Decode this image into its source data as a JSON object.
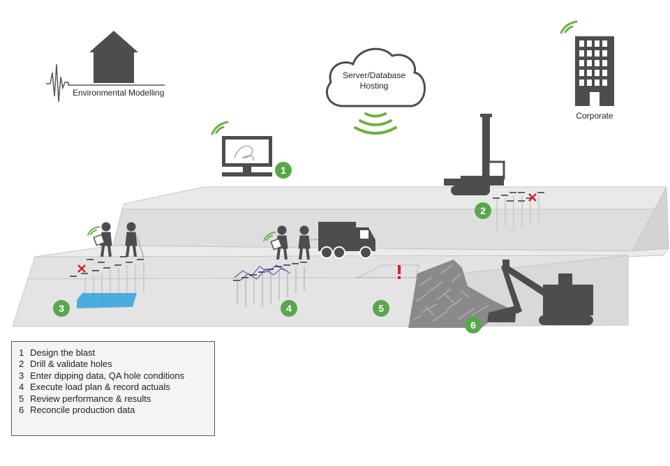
{
  "labels": {
    "environmental": "Environmental Modelling",
    "server_line1": "Server/Database",
    "server_line2": "Hosting",
    "corporate": "Corporate"
  },
  "badges": [
    "1",
    "2",
    "3",
    "4",
    "5",
    "6"
  ],
  "legend": [
    {
      "num": "1",
      "text": "Design the blast"
    },
    {
      "num": "2",
      "text": "Drill & validate holes"
    },
    {
      "num": "3",
      "text": "Enter dipping data, QA hole conditions"
    },
    {
      "num": "4",
      "text": "Execute load plan & record actuals"
    },
    {
      "num": "5",
      "text": "Review performance & results"
    },
    {
      "num": "6",
      "text": "Reconcile production data"
    }
  ],
  "colors": {
    "badge_green": "#57a84a",
    "wifi_green": "#6cb043",
    "dark_grey": "#4d4d4d",
    "bench_fill": "#e6e6e6",
    "water_blue": "#3aa6de",
    "alert_red": "#d0202e",
    "plan_purple": "#8a6ab8"
  },
  "icons": [
    "house-icon",
    "seismograph-icon",
    "cloud-icon",
    "wifi-icon",
    "computer-monitor-icon",
    "office-building-icon",
    "drill-rig-icon",
    "truck-icon",
    "worker-icon",
    "excavator-icon"
  ]
}
